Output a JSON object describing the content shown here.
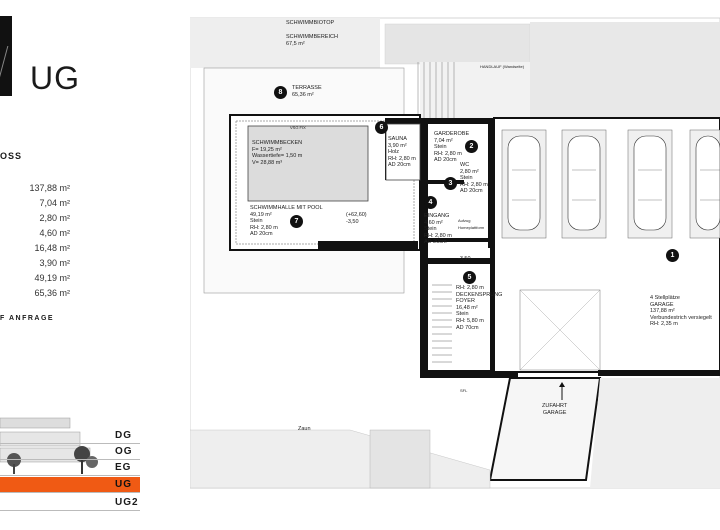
{
  "floor": {
    "code": "UG",
    "partial_heading": "OSS"
  },
  "areas": [
    "137,88 m²",
    "7,04 m²",
    "2,80 m²",
    "4,60 m²",
    "16,48 m²",
    "3,90 m²",
    "49,19 m²",
    "65,36 m²"
  ],
  "area_footer": "F ANFRAGE",
  "levels": [
    {
      "label": "DG",
      "active": false
    },
    {
      "label": "OG",
      "active": false
    },
    {
      "label": "EG",
      "active": false
    },
    {
      "label": "UG",
      "active": true
    },
    {
      "label": "UG2",
      "active": false
    }
  ],
  "accent_color": "#f05a14",
  "plan": {
    "schwimmbiotop": "SCHWIMMBIOTOP",
    "schwimmbereich": "SCHWIMMBEREICH\n67,5 m²",
    "terrasse": "TERRASSE\n65,36 m²",
    "schwimmbecken": "SCHWIMMBECKEN\nF= 19,25 m²\nWassertiefe= 1,50 m\nV= 28,88 m³",
    "schwimmhalle": "SCHWIMMHALLE MIT POOL\n49,19 m²\nStein\nRH: 2,80 m\nAD 20cm",
    "level_plus": "(+62,60)\n-3,50",
    "sauna": "SAUNA\n3,90 m²\nHolz\nRH: 2,80 m\nAD 20cm",
    "garderobe": "GARDEROBE\n7,04 m²\nStein\nRH: 2,80 m\nAD 20cm",
    "wc": "WC\n2,80 m²\nStein\nRH: 2,80 m\nAD 20cm",
    "eingang": "EINGANG\n4,60 m²\nStein\nRH: 2,80 m\nAD 20cm",
    "level_minus": "-3,50",
    "foyer": "RH: 2,80 m\nDECKENSPRUNG\nFOYER\n16,48 m²\nStein\nRH: 5,80 m\nAD 70cm",
    "garage": "4 Stellplätze\nGARAGE\n137,88 m²\nVerbundestrich versiegelt\nRH: 2,35 m",
    "zufahrt": "ZUFAHRT\nGARAGE",
    "zaun": "Zaun",
    "vsg": "VSG FIX",
    "aufzug": "Aufzug\nHomeplattform",
    "handlauf": "HANDLAUF (Wandseite)",
    "sfl": "SFL",
    "room_numbers": [
      "1",
      "2",
      "3",
      "4",
      "5",
      "6",
      "7",
      "8"
    ]
  }
}
